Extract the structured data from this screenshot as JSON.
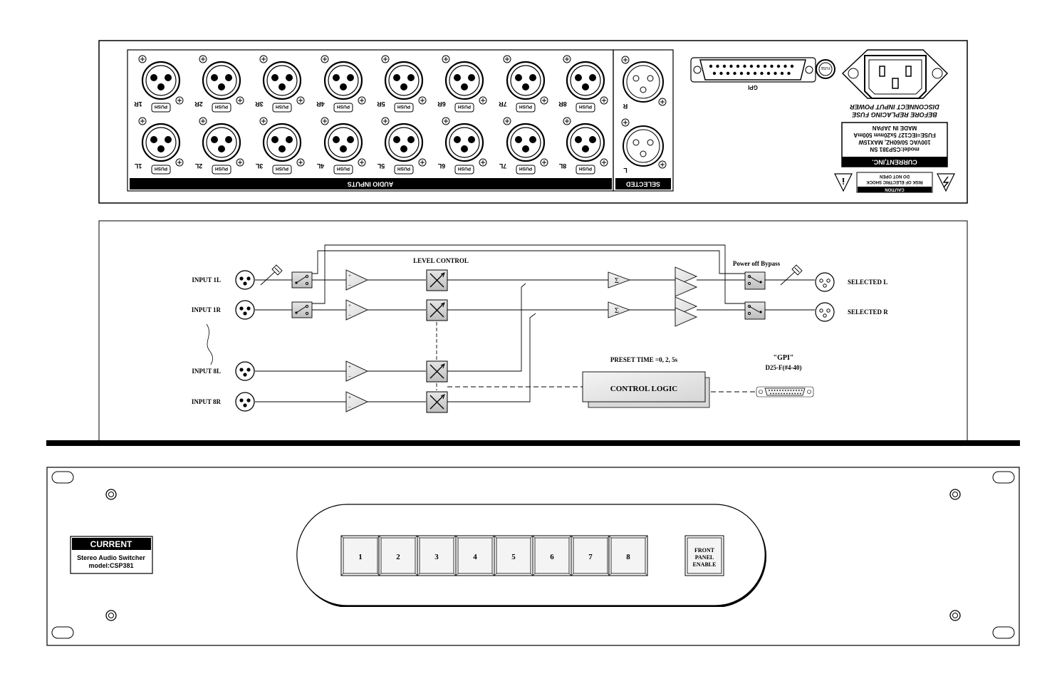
{
  "rear_panel": {
    "audio_inputs_label": "AUDIO INPUTS",
    "selected_label": "SELECTED",
    "top_row": [
      "1R",
      "2R",
      "3R",
      "4R",
      "5R",
      "6R",
      "7R",
      "8R"
    ],
    "bottom_row": [
      "1L",
      "2L",
      "3L",
      "4L",
      "5L",
      "6L",
      "7L",
      "8L"
    ],
    "push_label": "PUSH",
    "selected_top": "R",
    "selected_bottom": "L",
    "gpi_label": "GPI",
    "fuse_label": "FUSE",
    "power_warning": [
      "DISCONNECT INPUT POWER",
      "BEFORE REPLACING FUSE"
    ],
    "info_box": {
      "brand": "CURRENT,INC.",
      "lines": [
        "model:CSP381 SN",
        "100VAC 50/60HZ, MAX15W",
        "FUSE=IEC127 5x20mm 500mA",
        "MADE IN JAPAN"
      ]
    },
    "caution": {
      "title": "CAUTION",
      "lines": [
        "RISK OF ELECTRIC SHOCK",
        "DO NOT OPEN"
      ]
    }
  },
  "block_diagram": {
    "level_control_label": "LEVEL CONTROL",
    "bypass_label": "Power off Bypass",
    "inputs": [
      {
        "label": "INPUT 1L"
      },
      {
        "label": "INPUT 1R"
      },
      {
        "label": "INPUT 8L"
      },
      {
        "label": "INPUT 8R"
      }
    ],
    "outputs": [
      "SELECTED L",
      "SELECTED R"
    ],
    "preset_time_label": "PRESET TIME =0, 2, 5s",
    "control_logic_label": "CONTROL LOGIC",
    "gpi_label": "\"GPI\"",
    "gpi_connector_label": "D25-F(#4-40)",
    "sum_symbol": "Σ",
    "plus": "+",
    "minus": "−"
  },
  "front_panel": {
    "brand": "CURRENT",
    "product_lines": [
      "Stereo Audio Switcher",
      "model:CSP381"
    ],
    "buttons": [
      "1",
      "2",
      "3",
      "4",
      "5",
      "6",
      "7",
      "8"
    ],
    "enable_button": [
      "FRONT",
      "PANEL",
      "ENABLE"
    ]
  }
}
